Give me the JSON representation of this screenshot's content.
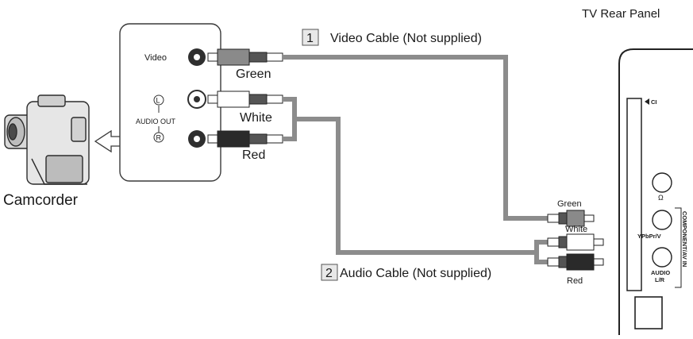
{
  "title": "TV Rear Panel",
  "camcorder": {
    "label": "Camcorder",
    "video_label": "Video",
    "audio_out_label": "AUDIO OUT",
    "left_symbol": "L",
    "right_symbol": "R"
  },
  "cables": {
    "video": {
      "number": "1",
      "label": "Video Cable (Not supplied)"
    },
    "audio": {
      "number": "2",
      "label": "Audio Cable (Not supplied)"
    }
  },
  "source_plug_labels": {
    "green": "Green",
    "white": "White",
    "red": "Red"
  },
  "tv_plug_labels": {
    "green": "Green",
    "white": "White",
    "red": "Red"
  },
  "tv_panel": {
    "ci_label": "CI",
    "headphone_symbol": "Ω",
    "ypbpr_label": "YPbPr/V",
    "audio_label": "AUDIO",
    "lr_label": "L/R",
    "component_label": "COMPONENT/AV IN"
  },
  "colors": {
    "cable": "#8c8c8c",
    "plug_dark": "#2a2a2a",
    "plug_mid": "#7a7a7a",
    "plug_light": "#ffffff"
  }
}
